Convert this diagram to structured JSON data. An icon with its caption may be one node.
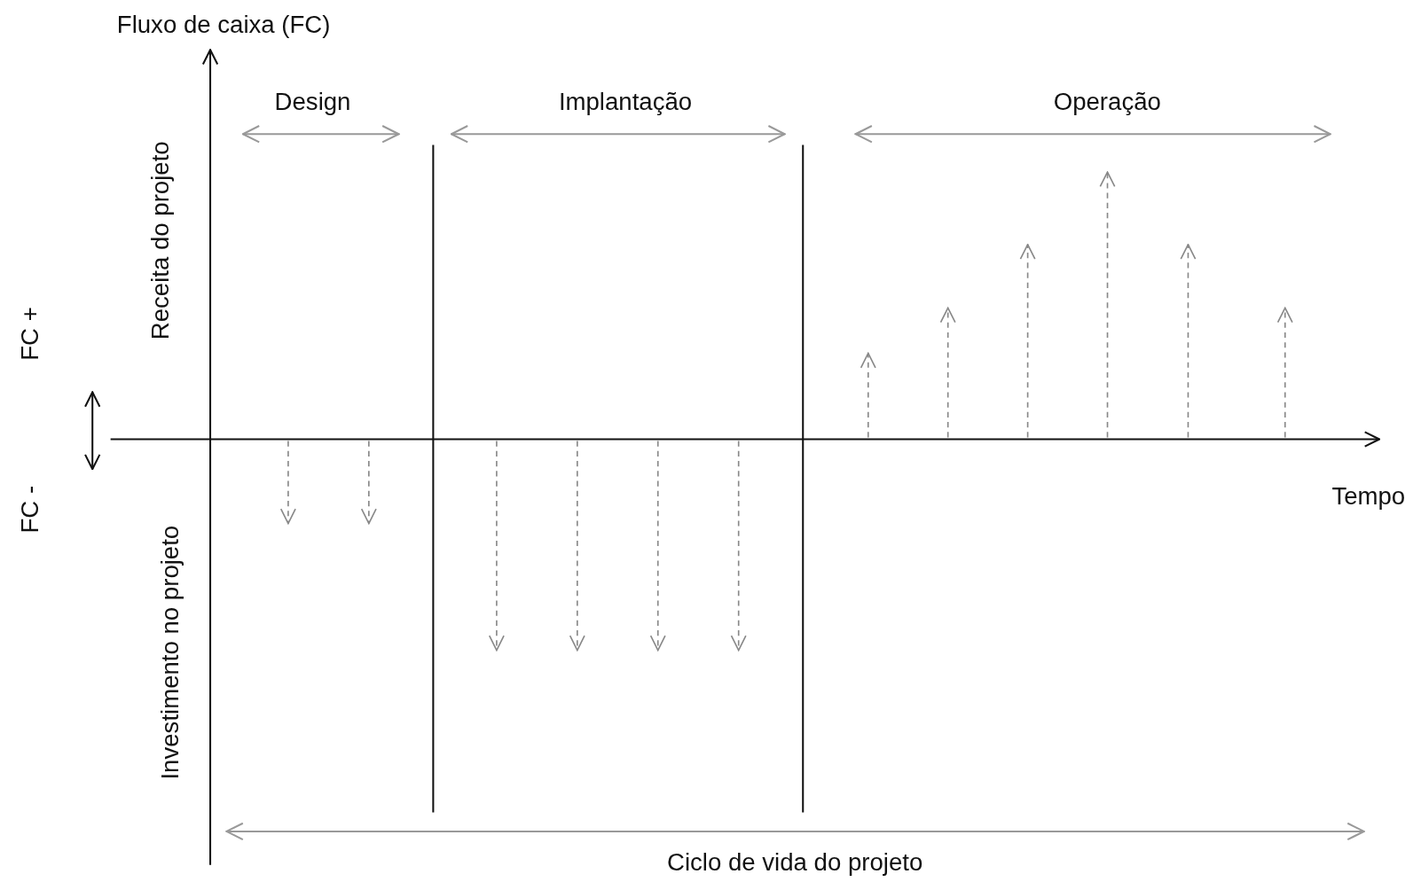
{
  "diagram": {
    "labels": [
      "Fluxo de caixa (FC)",
      "Design",
      "Implantação",
      "Operação",
      "Receita do projeto",
      "FC +",
      "FC -",
      "Tempo",
      "Investimento no projeto",
      "Ciclo de vida do projeto"
    ]
  }
}
